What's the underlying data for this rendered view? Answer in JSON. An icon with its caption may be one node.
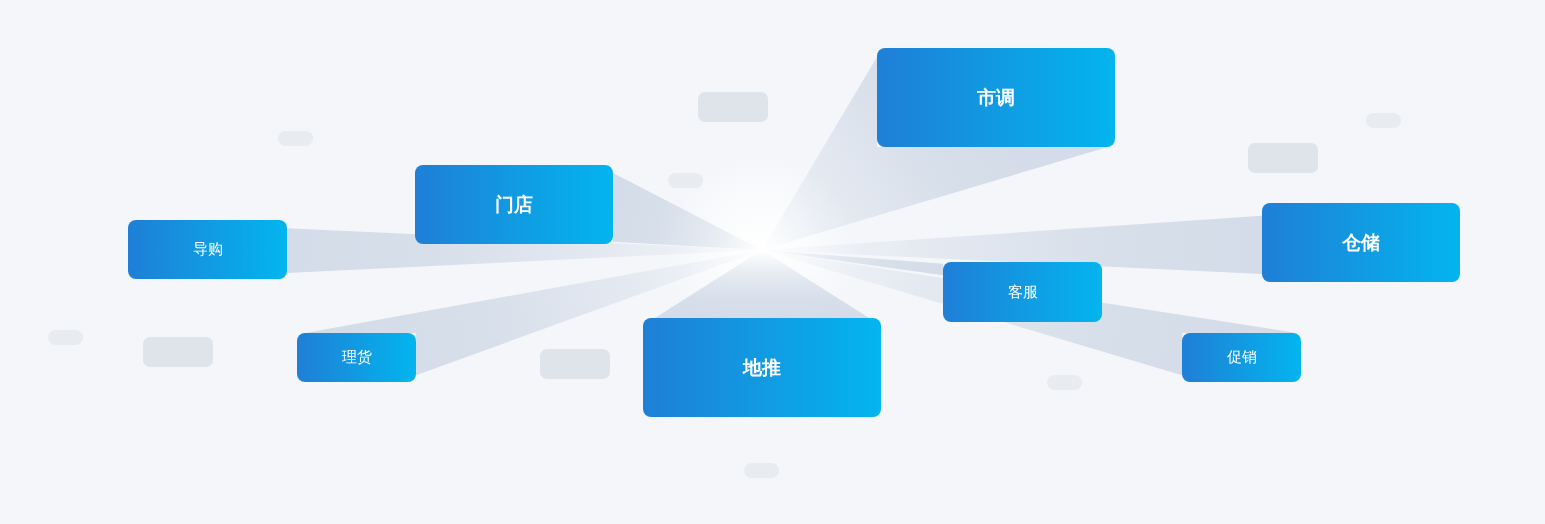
{
  "diagram": {
    "nodes": [
      {
        "text": [
          "市调"
        ]
      },
      {
        "text": [
          "门店"
        ]
      },
      {
        "text": [
          "仓储"
        ]
      },
      {
        "text": [
          "导购"
        ]
      },
      {
        "text": [
          "客服"
        ]
      },
      {
        "text": [
          "地推"
        ]
      },
      {
        "text": [
          "理货"
        ]
      },
      {
        "text": [
          "促销"
        ]
      },
      {
        "text": [],
        "shape": "box"
      },
      {
        "text": [],
        "shape": "box"
      },
      {
        "text": [],
        "shape": "box"
      },
      {
        "text": [],
        "shape": "box"
      },
      {
        "text": [],
        "shape": "box"
      },
      {
        "text": [],
        "shape": "box"
      },
      {
        "text": [],
        "shape": "box"
      },
      {
        "text": [],
        "shape": "box"
      },
      {
        "text": [],
        "shape": "box"
      },
      {
        "text": [],
        "shape": "box"
      }
    ]
  }
}
